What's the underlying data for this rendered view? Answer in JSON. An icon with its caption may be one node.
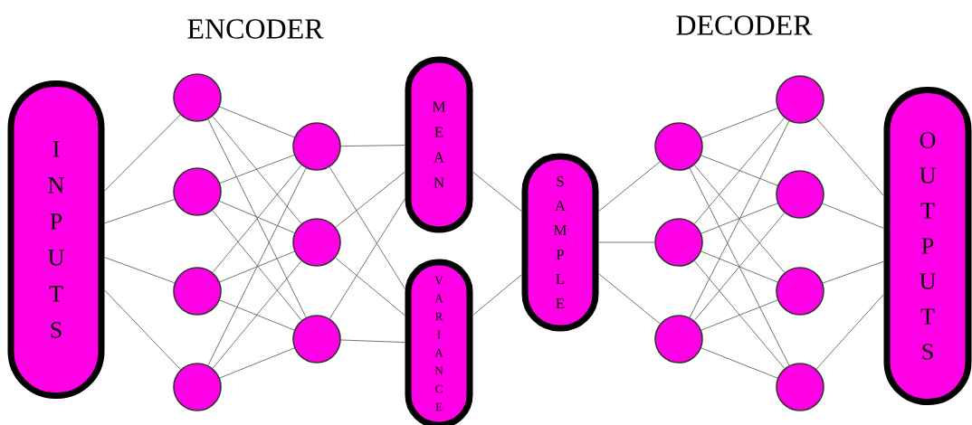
{
  "diagram": {
    "nodes": [
      {
        "text": [
          "INPUTS"
        ]
      },
      {
        "text": [],
        "shape": "circle"
      },
      {
        "text": [],
        "shape": "circle"
      },
      {
        "text": [],
        "shape": "circle"
      },
      {
        "text": [],
        "shape": "circle"
      },
      {
        "text": [],
        "shape": "circle"
      },
      {
        "text": [],
        "shape": "circle"
      },
      {
        "text": [],
        "shape": "circle"
      },
      {
        "text": [
          "MEAN"
        ]
      },
      {
        "text": [
          "VARIANCE"
        ]
      },
      {
        "text": [
          "SAMPLE"
        ]
      },
      {
        "text": [],
        "shape": "circle"
      },
      {
        "text": [],
        "shape": "circle"
      },
      {
        "text": [],
        "shape": "circle"
      },
      {
        "text": [],
        "shape": "circle"
      },
      {
        "text": [],
        "shape": "circle"
      },
      {
        "text": [],
        "shape": "circle"
      },
      {
        "text": [],
        "shape": "circle"
      },
      {
        "text": [
          "OUTPUTS"
        ]
      }
    ],
    "edges": [
      {
        "from": 0,
        "to": 1,
        "arrow": "none"
      },
      {
        "from": 0,
        "to": 2,
        "arrow": "none"
      },
      {
        "from": 0,
        "to": 3,
        "arrow": "none"
      },
      {
        "from": 0,
        "to": 4,
        "arrow": "none"
      },
      {
        "from": 1,
        "to": 5,
        "arrow": "none"
      },
      {
        "from": 1,
        "to": 6,
        "arrow": "none"
      },
      {
        "from": 1,
        "to": 7,
        "arrow": "none"
      },
      {
        "from": 2,
        "to": 5,
        "arrow": "none"
      },
      {
        "from": 2,
        "to": 6,
        "arrow": "none"
      },
      {
        "from": 2,
        "to": 7,
        "arrow": "none"
      },
      {
        "from": 3,
        "to": 5,
        "arrow": "none"
      },
      {
        "from": 3,
        "to": 6,
        "arrow": "none"
      },
      {
        "from": 3,
        "to": 7,
        "arrow": "none"
      },
      {
        "from": 4,
        "to": 5,
        "arrow": "none"
      },
      {
        "from": 4,
        "to": 6,
        "arrow": "none"
      },
      {
        "from": 4,
        "to": 7,
        "arrow": "none"
      },
      {
        "from": 5,
        "to": 8,
        "arrow": "none"
      },
      {
        "from": 5,
        "to": 9,
        "arrow": "none"
      },
      {
        "from": 6,
        "to": 8,
        "arrow": "none"
      },
      {
        "from": 6,
        "to": 9,
        "arrow": "none"
      },
      {
        "from": 7,
        "to": 8,
        "arrow": "none"
      },
      {
        "from": 7,
        "to": 9,
        "arrow": "none"
      },
      {
        "from": 8,
        "to": 10,
        "arrow": "none"
      },
      {
        "from": 9,
        "to": 10,
        "arrow": "none"
      },
      {
        "from": 10,
        "to": 11,
        "arrow": "none"
      },
      {
        "from": 10,
        "to": 12,
        "arrow": "none"
      },
      {
        "from": 10,
        "to": 13,
        "arrow": "none"
      },
      {
        "from": 11,
        "to": 14,
        "arrow": "none"
      },
      {
        "from": 11,
        "to": 15,
        "arrow": "none"
      },
      {
        "from": 11,
        "to": 16,
        "arrow": "none"
      },
      {
        "from": 11,
        "to": 17,
        "arrow": "none"
      },
      {
        "from": 12,
        "to": 14,
        "arrow": "none"
      },
      {
        "from": 12,
        "to": 15,
        "arrow": "none"
      },
      {
        "from": 12,
        "to": 16,
        "arrow": "none"
      },
      {
        "from": 12,
        "to": 17,
        "arrow": "none"
      },
      {
        "from": 13,
        "to": 14,
        "arrow": "none"
      },
      {
        "from": 13,
        "to": 15,
        "arrow": "none"
      },
      {
        "from": 13,
        "to": 16,
        "arrow": "none"
      },
      {
        "from": 13,
        "to": 17,
        "arrow": "none"
      },
      {
        "from": 14,
        "to": 18,
        "arrow": "none"
      },
      {
        "from": 15,
        "to": 18,
        "arrow": "none"
      },
      {
        "from": 16,
        "to": 18,
        "arrow": "none"
      },
      {
        "from": 17,
        "to": 18,
        "arrow": "none"
      }
    ],
    "labels": [
      "ENCODER",
      "DECODER"
    ]
  }
}
